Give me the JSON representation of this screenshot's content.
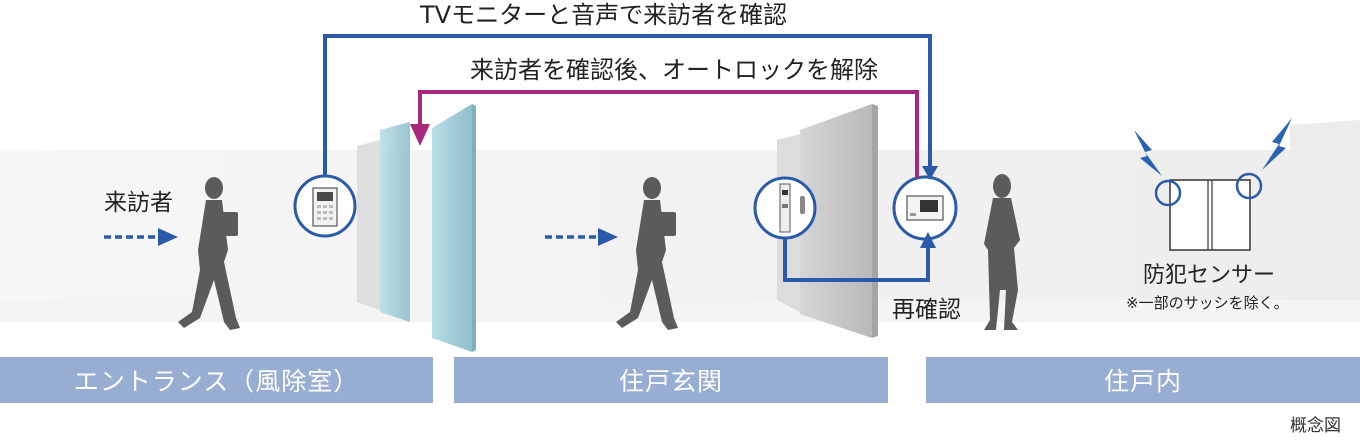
{
  "labels": {
    "tv_monitor_flow": "TVモニターと音声で来訪者を確認",
    "unlock_flow": "来訪者を確認後、オートロックを解除",
    "visitor": "来訪者",
    "reconfirm": "再確認",
    "sensor_title": "防犯センサー",
    "sensor_note": "※一部のサッシを除く。",
    "concept_note": "概念図"
  },
  "zones": [
    {
      "label": "エントランス（風除室）"
    },
    {
      "label": "住戸玄関"
    },
    {
      "label": "住戸内"
    }
  ],
  "colors": {
    "blue_line": "#2a5aa8",
    "magenta_line": "#a8287e",
    "zone_bar": "#98add2",
    "band": "#eeeeee",
    "glass": "#a3cdd7",
    "door": "#c9c9c9",
    "silhouette": "#5b5b5b",
    "lightning": "#2a63b0"
  },
  "icons": [
    "entrance-intercom-icon",
    "door-intercom-icon",
    "indoor-monitor-icon",
    "window-sensor-icon",
    "lightning-icon",
    "arrow-icon"
  ]
}
